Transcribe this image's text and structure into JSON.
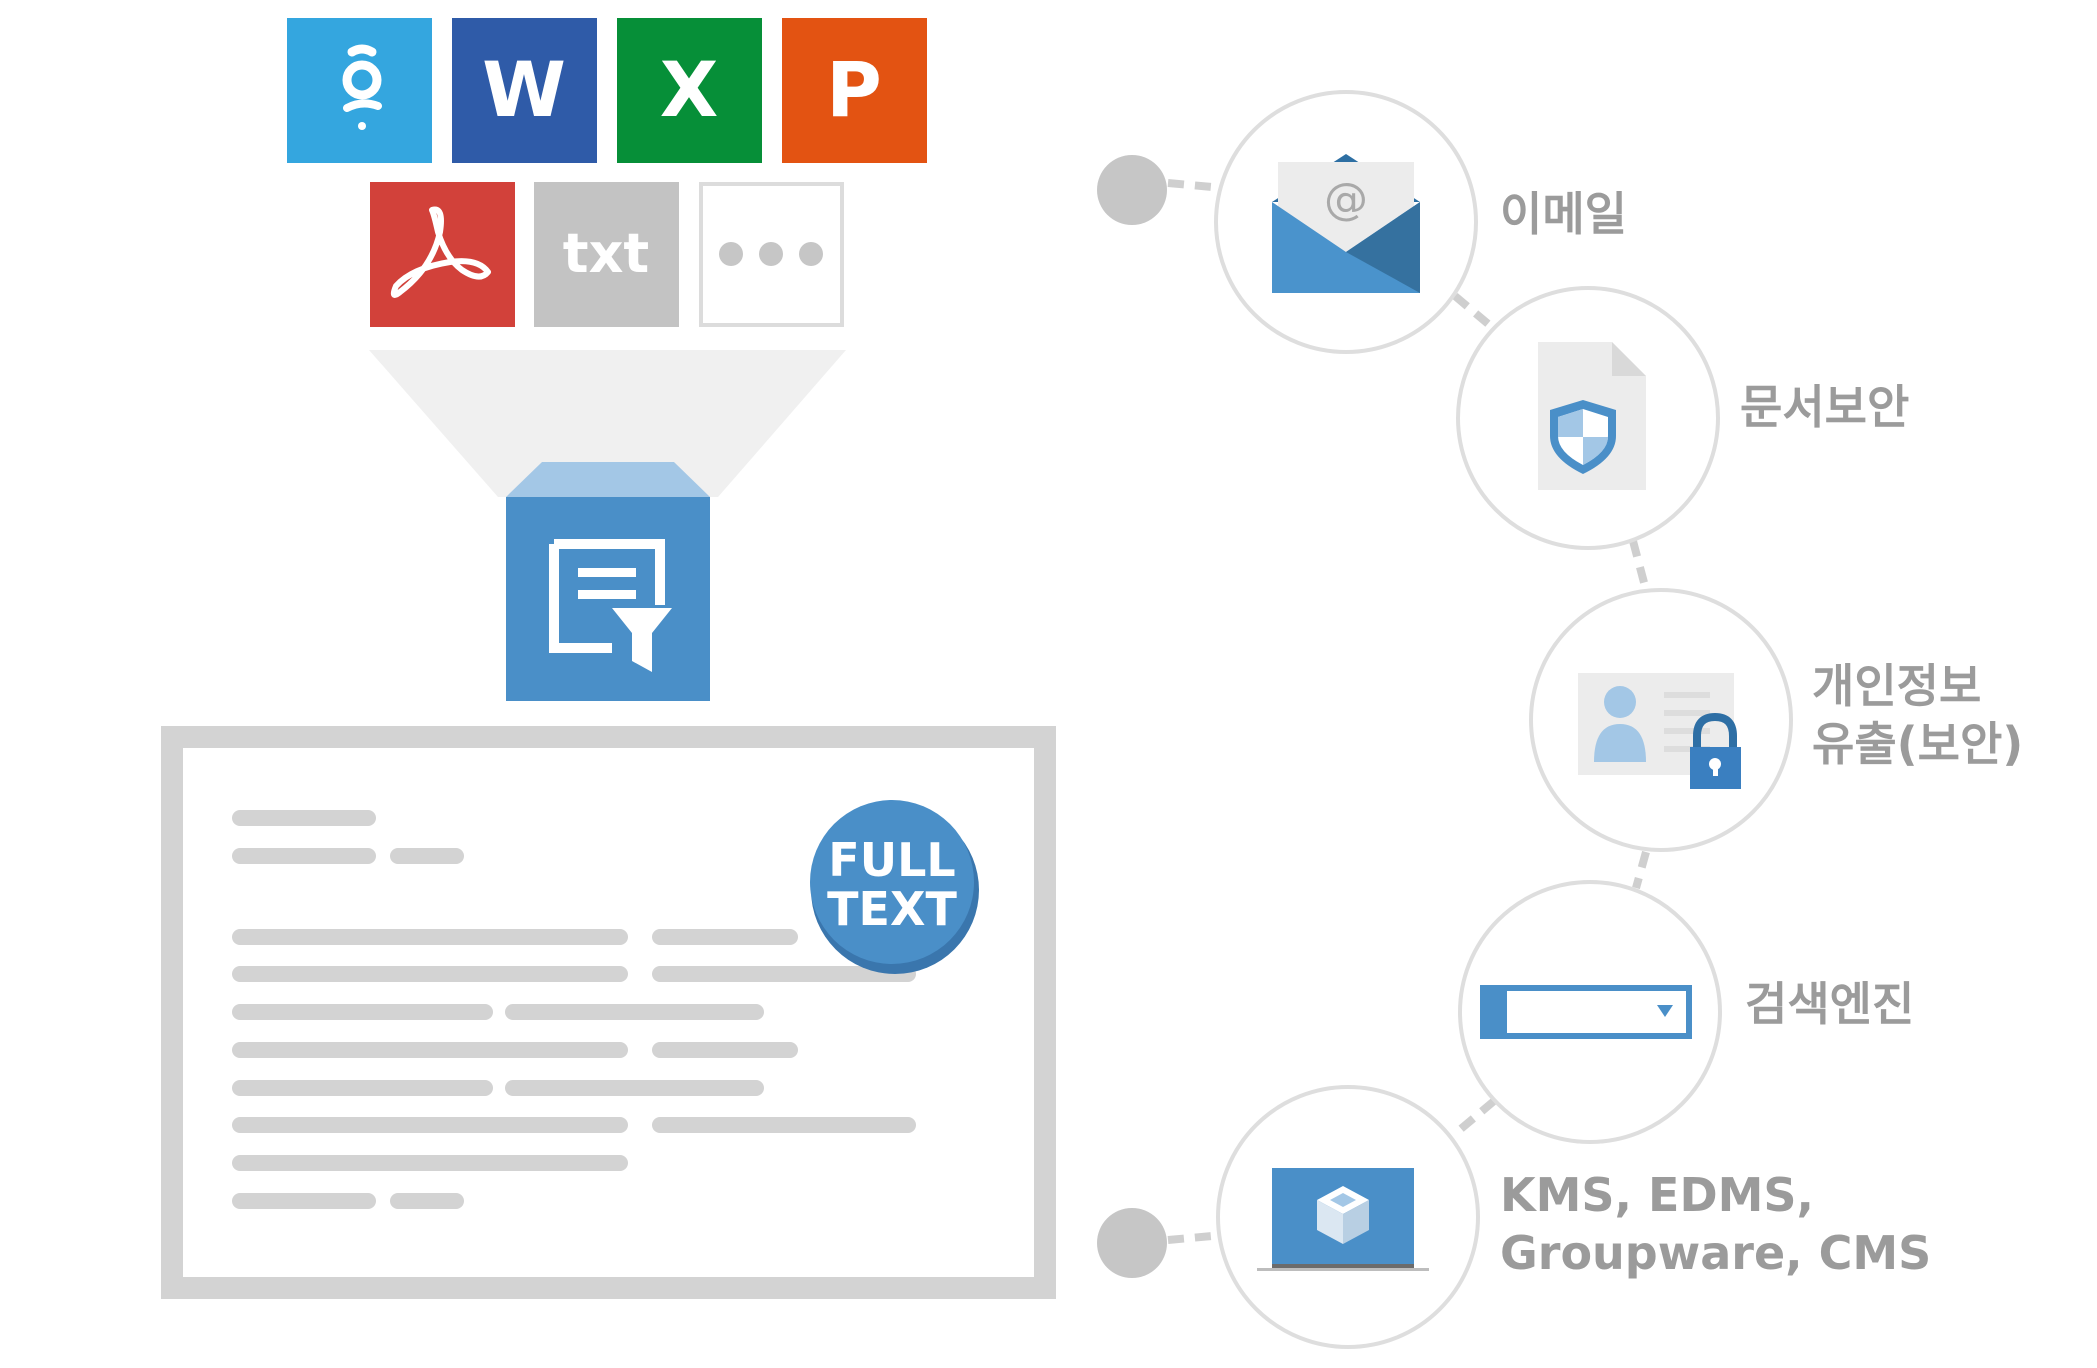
{
  "file_types": {
    "hwp": {
      "icon": "hangul-hwp-icon",
      "color": "#34a6df"
    },
    "word": {
      "label": "W",
      "icon": "word-icon",
      "color": "#2f5ba8"
    },
    "excel": {
      "label": "X",
      "icon": "excel-icon",
      "color": "#068f38"
    },
    "powerpoint": {
      "label": "P",
      "icon": "powerpoint-icon",
      "color": "#e35312"
    },
    "pdf": {
      "icon": "pdf-acrobat-icon",
      "color": "#d2413a"
    },
    "txt": {
      "label": "txt",
      "color": "#c3c3c3"
    },
    "more": {
      "icon": "ellipsis-icon"
    }
  },
  "filter": {
    "icon": "document-filter-icon",
    "color": "#4a8fc8"
  },
  "output_document": {
    "badge_line1": "FULL",
    "badge_line2": "TEXT",
    "badge_color": "#4a8fc8"
  },
  "applications": [
    {
      "label": "이메일",
      "icon": "email-envelope-icon"
    },
    {
      "label": "문서보안",
      "icon": "document-shield-icon"
    },
    {
      "label": "개인정보\n유출(보안)",
      "icon": "id-card-lock-icon"
    },
    {
      "label": "검색엔진",
      "icon": "search-dropdown-icon"
    },
    {
      "label": "KMS, EDMS,\nGroupware, CMS",
      "icon": "laptop-cube-icon"
    }
  ],
  "colors": {
    "accent": "#4a8fc8",
    "gray_line": "#d3d3d3",
    "label_gray": "#9b9b9b"
  }
}
